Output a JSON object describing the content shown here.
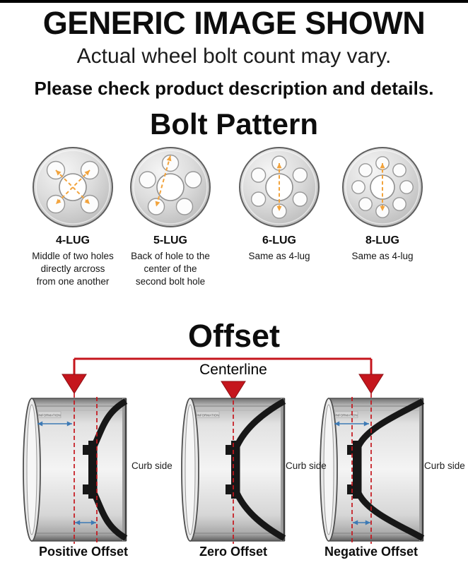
{
  "page": {
    "background": "#ffffff",
    "top_border_color": "#000000"
  },
  "header": {
    "title": "GENERIC IMAGE SHOWN",
    "subtitle": "Actual wheel bolt count may vary.",
    "note": "Please check product description and details."
  },
  "bolt_pattern": {
    "heading": "Bolt Pattern",
    "guide_color": "#f2a33c",
    "items": [
      {
        "label": "4-LUG",
        "lugs": 4,
        "description": "Middle of two holes directly arcross from one another"
      },
      {
        "label": "5-LUG",
        "lugs": 5,
        "description": "Back of hole to the center of the second bolt hole"
      },
      {
        "label": "6-LUG",
        "lugs": 6,
        "description": "Same as 4-lug"
      },
      {
        "label": "8-LUG",
        "lugs": 8,
        "description": "Same as 4-lug"
      }
    ]
  },
  "offset": {
    "heading": "Offset",
    "centerline_label": "Centerline",
    "curb_side_label": "Curb side",
    "barrel_stamp": "INFORMATION",
    "colors": {
      "centerline_red": "#c5161d",
      "measure_blue": "#3d7ab5"
    },
    "items": [
      {
        "label": "Positive Offset",
        "type": "positive"
      },
      {
        "label": "Zero Offset",
        "type": "zero"
      },
      {
        "label": "Negative Offset",
        "type": "negative"
      }
    ]
  }
}
